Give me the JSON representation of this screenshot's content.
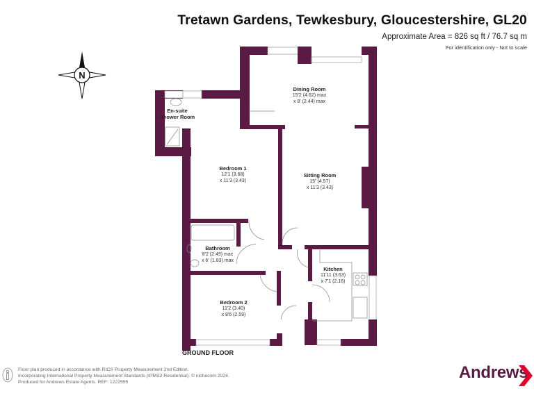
{
  "header": {
    "title": "Tretawn Gardens, Tewkesbury, Gloucestershire, GL20",
    "area": "Approximate Area = 826 sq ft / 76.7 sq m",
    "note": "For identification only - Not to scale"
  },
  "compass": {
    "icon": "compass-north-icon",
    "label": "N"
  },
  "colors": {
    "wall": "#5b1a44",
    "brand": "#5b1a44",
    "brand_accent": "#e3002b"
  },
  "rooms": {
    "ensuite": {
      "name": "En-suite",
      "name2": "Shower Room"
    },
    "bedroom1": {
      "name": "Bedroom 1",
      "dim1": "12'1 (3.68)",
      "dim2": "x 11'3 (3.43)"
    },
    "dining": {
      "name": "Dining Room",
      "dim1": "15'2 (4.62) max",
      "dim2": "x 8' (2.44) max"
    },
    "sitting": {
      "name": "Sitting Room",
      "dim1": "15' (4.57)",
      "dim2": "x 11'3 (3.43)"
    },
    "bathroom": {
      "name": "Bathroom",
      "dim1": "8'2 (2.49) max",
      "dim2": "x 6' (1.83) max"
    },
    "kitchen": {
      "name": "Kitchen",
      "dim1": "11'11 (3.63)",
      "dim2": "x 7'1 (2.16)"
    },
    "bedroom2": {
      "name": "Bedroom 2",
      "dim1": "11'2 (3.40)",
      "dim2": "x 8'6 (2.59)"
    }
  },
  "floor_label": "GROUND FLOOR",
  "footer": {
    "line1": "Floor plan produced in accordance with RICS Property Measurement 2nd Edition.",
    "line2": "Incorporating International Property Measurement Standards (IPMS2 Residential).   © nichecom 2024.",
    "line3": "Produced for Andrews Estate Agents.   REF: 1222555"
  },
  "brand": {
    "name": "Andrews"
  }
}
